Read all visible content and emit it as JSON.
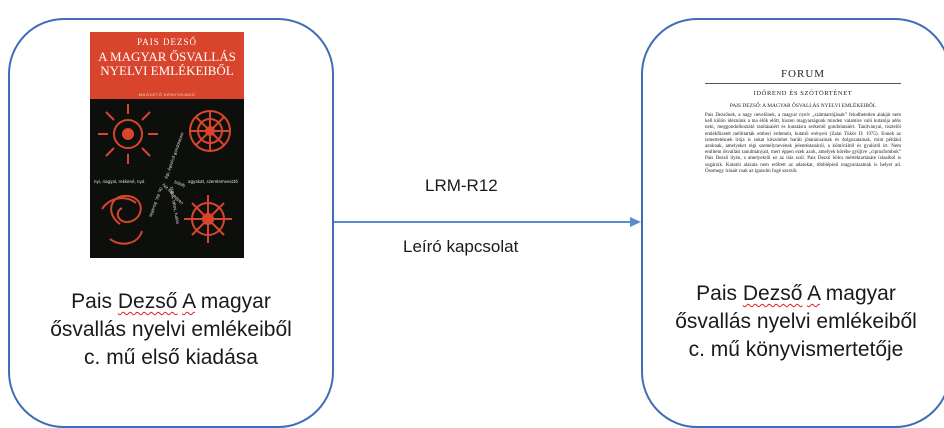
{
  "left": {
    "caption_line1_part1": "Pais",
    "caption_line1_word2": "Dezső",
    "caption_line1_word3": "A",
    "caption_line1_rest": "magyar",
    "caption_line2": "ősvallás nyelvi emlékeiből",
    "caption_line3": "c. mű első kiadása",
    "cover": {
      "author": "PAIS DEZSŐ",
      "title_line1": "A MAGYAR ŐSVALLÁS",
      "title_line2": "NYELVI EMLÉKEIBŐL",
      "publisher": "MAGVETŐ KÖNYVKIADÓ",
      "bg_color": "#d8452c"
    }
  },
  "edge": {
    "type": "LRM-R12",
    "description": "Leíró kapcsolat",
    "color": "#5b8bd0"
  },
  "right": {
    "caption_line1_part1": "Pais",
    "caption_line1_word2": "Dezső",
    "caption_line1_word3": "A",
    "caption_line1_rest": "magyar",
    "caption_line2": "ősvallás nyelvi emlékeiből",
    "caption_line3": "c. mű könyvismertetője",
    "review": {
      "journal": "FORUM",
      "section": "IDŐREND ÉS SZÓTÖRTÉNET",
      "heading": "PAIS DEZSŐ: A MAGYAR ŐSVALLÁS NYELVI EMLÉKEIBŐL",
      "body": "Pais Dezsőnek, a nagy nevelőnek, a magyar nyelv „számtartójának” felodhetetlen alakját nem kell külön idéznünk a ma élők előtt, hiszen magyarságunk minden valamire való kutatója adós neki, meggondolkoztató tanításaiért és kutatásra serkentő gondolataiért. Tanítványai, tisztelői emlékfüzetét mélíttatták emberi érdemeit, kutatói erényeit (Zalai Tükör II: 1975). Ennek az ismertetésnek írója is sokat köszönhet baráti jótanácsainak és dolgozatainak, mint például azoknak, amelyeket régi személynevének jelentéstanáról, a kőmíválról és gyalúról írt. Nem említem ősvallási tanulmányait, mert éppen ezek azok, amelyek köréhe gyűjtve „ciprusfombok” Pais Dezső ilyén, s amelyekről ez az írás szól. Pais Dezső bölcs mértéktartásáte írásaiból is sugárzik. Kutatói alázata nem erőltett az adatokat, többlépésű magyarázatnak is helyet ad. Ösomegy írásait csak az igazolni fogé szerzőt."
    }
  }
}
